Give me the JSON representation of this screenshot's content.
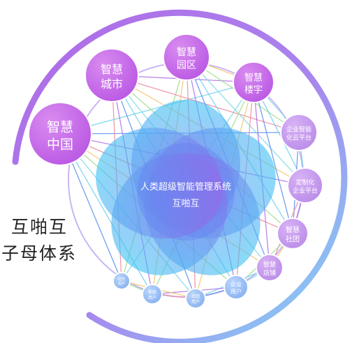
{
  "center": {
    "line1": "人类超级智能管理系统",
    "line2": "互啪互"
  },
  "side_label": {
    "line1": "互啪互",
    "line2": "子母体系"
  },
  "nodes": [
    {
      "id": "smart-china",
      "line1": "智慧",
      "line2": "中国",
      "size": "xl"
    },
    {
      "id": "smart-city",
      "line1": "智慧",
      "line2": "城市",
      "size": "l"
    },
    {
      "id": "smart-park",
      "line1": "智慧",
      "line2": "园区",
      "size": "m"
    },
    {
      "id": "smart-building",
      "line1": "智慧",
      "line2": "楼宇",
      "size": "m"
    },
    {
      "id": "enterprise-cloud",
      "line1": "企业智能",
      "line2": "化云平台",
      "size": "s"
    },
    {
      "id": "custom-platform",
      "line1": "定制化",
      "line2": "企业平台",
      "size": "s"
    },
    {
      "id": "smart-community",
      "line1": "智慧",
      "line2": "社团",
      "size": "s"
    },
    {
      "id": "smart-store",
      "line1": "智慧",
      "line2": "店铺",
      "size": "s"
    },
    {
      "id": "enterprise-user",
      "line1": "企业",
      "line2": "用户",
      "size": "xs"
    },
    {
      "id": "community-user",
      "line1": "社团",
      "line2": "用户",
      "size": "xxs"
    },
    {
      "id": "family-user",
      "line1": "家庭",
      "line2": "用户",
      "size": "xxs"
    },
    {
      "id": "social-user",
      "line1": "社交",
      "line2": "用户",
      "size": "xxs"
    }
  ],
  "colors": {
    "node_purple": "#c15ee6",
    "node_lavender": "#c38ce8",
    "node_blue": "#8fb8f2",
    "ring_start": "#b069e6",
    "ring_end": "#7fd9f5",
    "petal_blue": "#43b6f3",
    "petal_purple": "#b75fe5"
  }
}
